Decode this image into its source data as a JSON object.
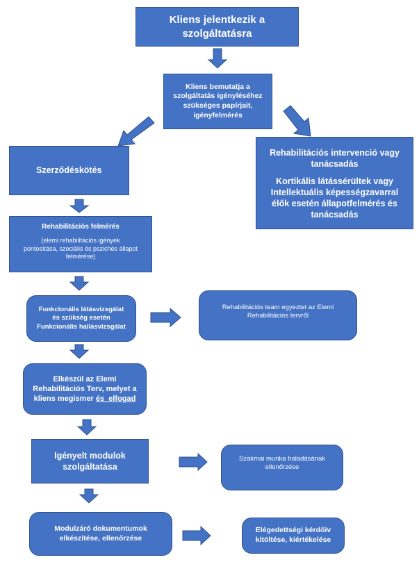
{
  "nodes": {
    "start": {
      "lines": [
        "Kliens jelentkezik a",
        "szolgáltatásra"
      ]
    },
    "present": {
      "lines": [
        "Kliens bemutatja a",
        "szolgáltatás igényléséhez",
        "szükséges papírjait,",
        "igényfelmérés"
      ]
    },
    "contract": {
      "lines": [
        "Szerződéskötés"
      ]
    },
    "rehab_intervention": {
      "lines": [
        "Rehabilitációs intervenció vagy",
        "tanácsadás"
      ],
      "lines2": [
        "Kortikális látássérültek vagy",
        "Intellektuális képességzavarral",
        "élők esetén állapotfelmérés és",
        "tanácsadás"
      ]
    },
    "rehab_assessment": {
      "title": "Rehabilitációs felmérés",
      "lines": [
        "(elemi rehabilitációs igények",
        "pontosítása, szociális és pszichés állapot",
        "felmérése)"
      ]
    },
    "functional_tests": {
      "lines": [
        "Funkcionális látásvizsgálat",
        "és szükség esetén",
        "Funkcionális hallásvizsgálat"
      ]
    },
    "team_agree": {
      "lines": [
        "Rehabilitációs team egyeztet az Elemi",
        "Rehabilitációs tervről"
      ]
    },
    "plan_ready": {
      "lines": [
        "Elkészül az Elemi",
        "Rehabilitációs Terv, melyet a"
      ],
      "last_plain": "kliens megismer ",
      "last_underlined": "és  elfogad"
    },
    "modules": {
      "lines": [
        "Igényelt modulok",
        "szolgáltatása"
      ]
    },
    "progress_check": {
      "lines": [
        "Szakmai munka haladásának",
        "ellenőrzése"
      ]
    },
    "closing_docs": {
      "lines": [
        "Modulzáró dokumentumok",
        "elkészítése, ellenőrzése"
      ]
    },
    "satisfaction": {
      "lines": [
        "Elégedettségi kérdőív",
        "kitöltése, kiértékelése"
      ]
    }
  },
  "colors": {
    "fill": "#4472C4",
    "border": "#2F528F",
    "text": "#FFFFFF"
  }
}
